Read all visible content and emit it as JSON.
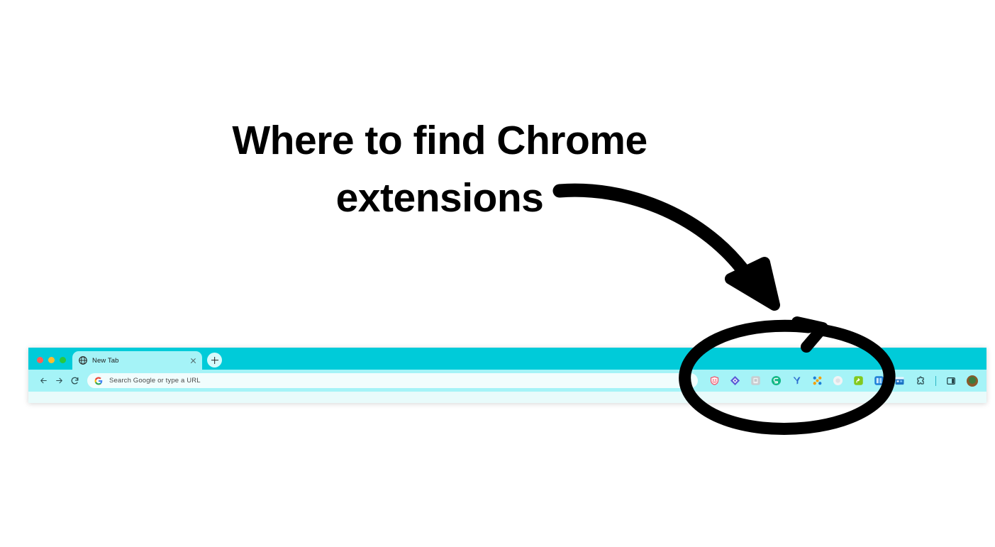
{
  "headline": {
    "text": "Where to find Chrome\nextensions"
  },
  "browser": {
    "window_controls": [
      {
        "name": "close",
        "color": "#ff5f57"
      },
      {
        "name": "minimize",
        "color": "#ffbd2e"
      },
      {
        "name": "maximize",
        "color": "#28c840"
      }
    ],
    "tabs": [
      {
        "title": "New Tab",
        "favicon": "globe-icon",
        "close_label": "×",
        "active": true
      }
    ],
    "new_tab_button_label": "+",
    "nav": {
      "back_label": "←",
      "forward_label": "→",
      "reload_label": "↻"
    },
    "omnibox": {
      "placeholder": "Search Google or type a URL",
      "value": "Search Google or type a URL",
      "leading_icon": "google-g-icon"
    },
    "extension_icons": [
      {
        "name": "shield-extension-icon",
        "color": "#ef5a6f"
      },
      {
        "name": "diamond-extension-icon",
        "color": "#5b5bd6"
      },
      {
        "name": "gray-square-extension-icon",
        "color": "#c8ccd0"
      },
      {
        "name": "green-circle-extension-icon",
        "color": "#12b886"
      },
      {
        "name": "y-letter-extension-icon",
        "color": "#2f6fd0"
      },
      {
        "name": "scissors-extension-icon",
        "color": "#f59f00"
      },
      {
        "name": "white-circle-extension-icon",
        "color": "#f1f3f5"
      },
      {
        "name": "green-square-extension-icon",
        "color": "#82c91e"
      },
      {
        "name": "blue-square-extension-icon",
        "color": "#1c7ed6"
      },
      {
        "name": "calendar-extension-icon",
        "color": "#1971c2"
      }
    ],
    "toolbar_icons": [
      {
        "name": "extensions-puzzle-icon"
      },
      {
        "name": "side-panel-icon"
      }
    ],
    "avatar_name": "profile-avatar"
  },
  "annotations": {
    "arrow_name": "curved-arrow-annotation",
    "circle_name": "circle-highlight-annotation",
    "color": "#000000"
  },
  "colors": {
    "tab_strip": "#00cbd9",
    "toolbar": "#a5f3f7",
    "page": "#e8fbfb",
    "omnibox": "#f1fdfd",
    "active_tab": "#a5f3f7"
  }
}
